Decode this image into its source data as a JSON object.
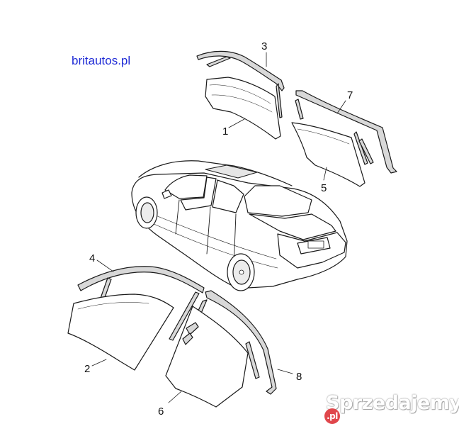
{
  "site_label": "britautos.pl",
  "callouts": [
    {
      "id": "callout-1",
      "text": "1"
    },
    {
      "id": "callout-2",
      "text": "2"
    },
    {
      "id": "callout-3",
      "text": "3"
    },
    {
      "id": "callout-4",
      "text": "4"
    },
    {
      "id": "callout-5",
      "text": "5"
    },
    {
      "id": "callout-6",
      "text": "6"
    },
    {
      "id": "callout-7",
      "text": "7"
    },
    {
      "id": "callout-8",
      "text": "8"
    }
  ],
  "watermark": {
    "text": "Sprzedajemy",
    "badge": ".pl"
  }
}
